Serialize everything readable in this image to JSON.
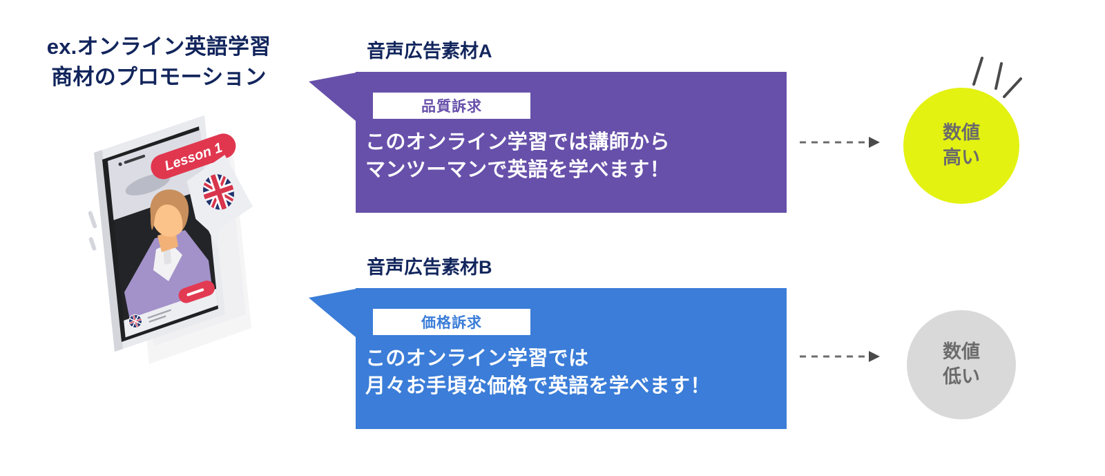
{
  "promo": {
    "title": "ex.オンライン英語学習\n商材のプロモーション",
    "illustration_label": "isometric-smartphone-online-english-lesson",
    "phone_banner": "Lesson 1"
  },
  "creatives": [
    {
      "heading": "音声広告素材A",
      "badge": "品質訴求",
      "script": "このオンライン学習では講師から\nマンツーマンで英語を学べます！",
      "color": "#6750aa",
      "result": {
        "label": "数値\n高い",
        "color": "#e3f211",
        "text_color": "#6b6b6b",
        "emphasis": "sparkle-lines"
      }
    },
    {
      "heading": "音声広告素材B",
      "badge": "価格訴求",
      "script": "このオンライン学習では\n月々お手頃な価格で英語を学べます！",
      "color": "#3b7dd8",
      "result": {
        "label": "数値\n低い",
        "color": "#d9d9d9",
        "text_color": "#6b6b6b",
        "emphasis": "none"
      }
    }
  ],
  "arrow": {
    "name": "dashed-arrow-right",
    "color": "#6b6b6b"
  },
  "palette": {
    "title_navy": "#12255c",
    "purple": "#6750aa",
    "blue": "#3b7dd8",
    "yellow": "#e3f211",
    "gray": "#d9d9d9",
    "white": "#ffffff"
  }
}
